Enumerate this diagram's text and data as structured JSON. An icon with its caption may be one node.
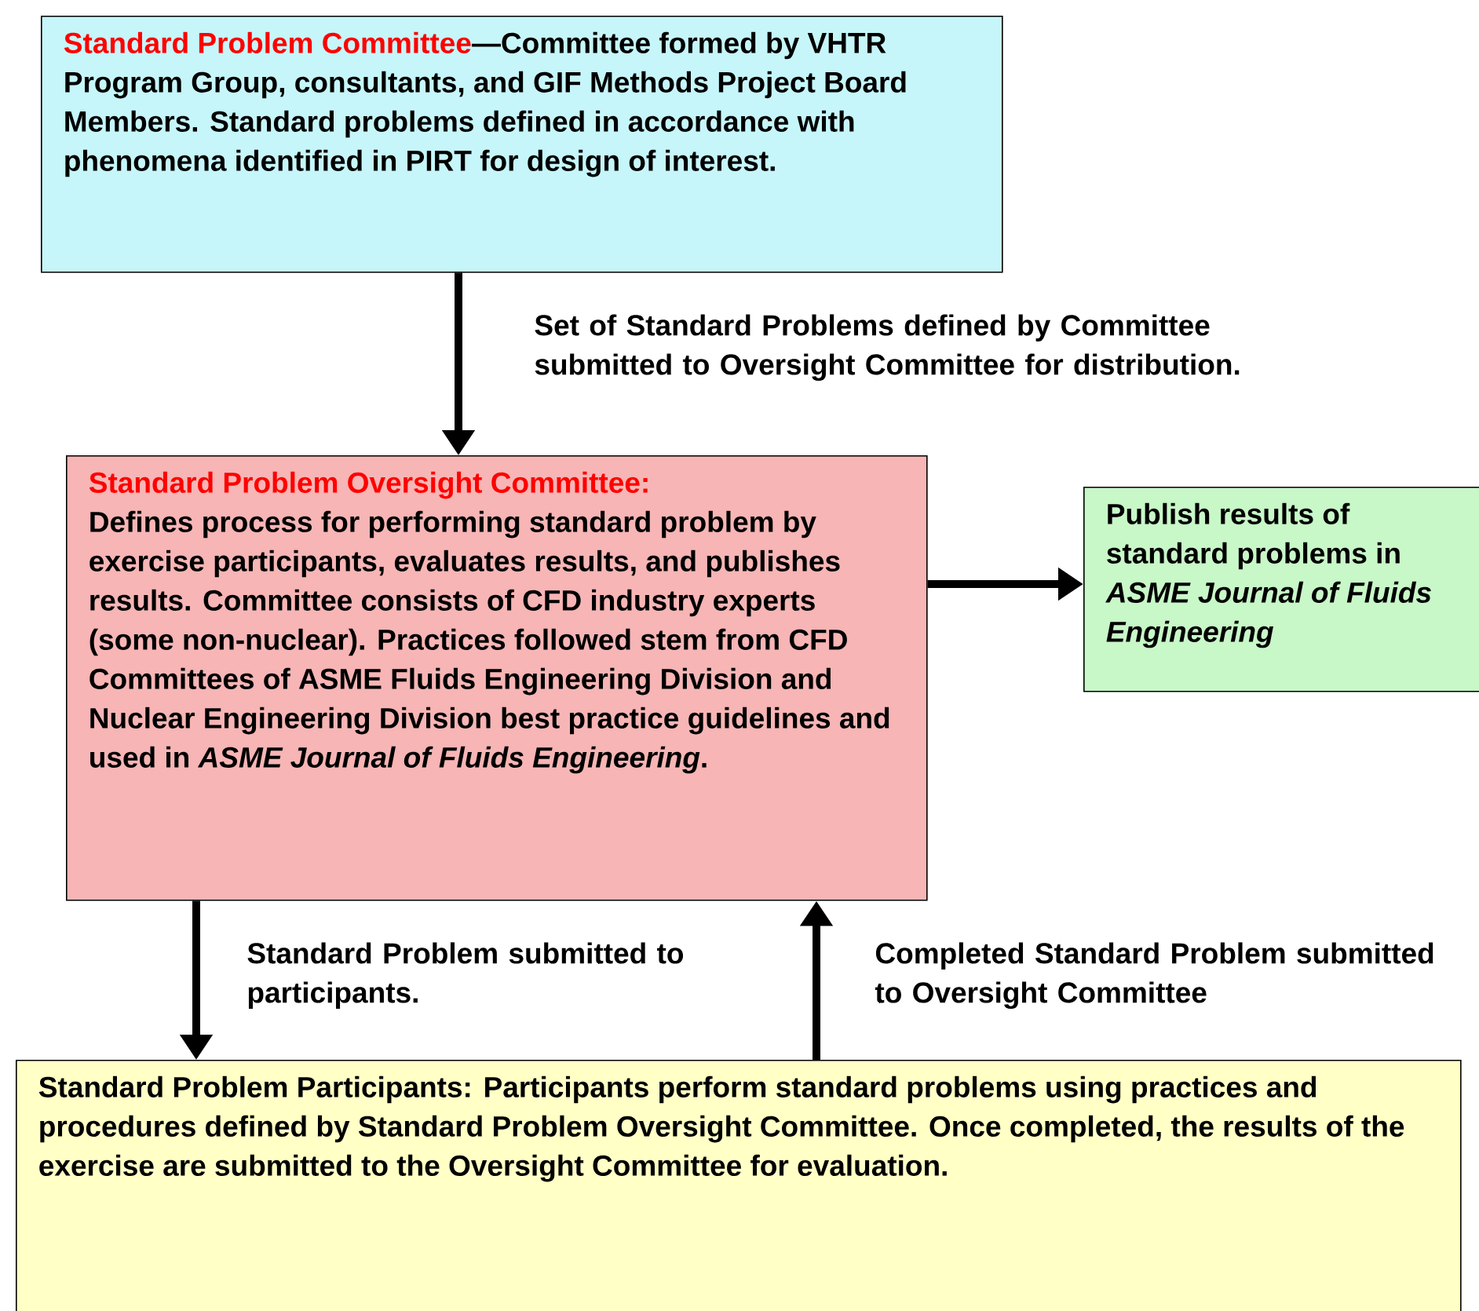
{
  "diagram": {
    "nodes": [
      {
        "text": [
          "Standard Problem Committee",
          "—Committee formed by VHTR Program Group, consultants, and GIF Methods Project Board Members.  Standard problems defined in accordance with phenomena identified in PIRT for design of interest."
        ]
      },
      {
        "text": [
          "Standard Problem Oversight Committee:",
          "Defines process for performing standard problem by exercise participants, evaluates results, and publishes results.  Committee consists of CFD industry experts (some non-nuclear).  Practices followed stem from CFD Committees of ASME Fluids Engineering Division and Nuclear Engineering Division best practice guidelines and used in *ASME Journal of Fluids Engineering*."
        ]
      },
      {
        "text": [
          "Publish results of standard problems in *ASME Journal of Fluids Engineering*"
        ]
      },
      {
        "text": [
          "Standard Problem Participants:  Participants perform standard problems using practices and procedures defined by Standard Problem Oversight Committee.  Once completed, the results of the exercise are submitted to the Oversight Committee for evaluation."
        ]
      }
    ],
    "edges": [
      {
        "from": 0,
        "to": 1,
        "arrow": "to",
        "label": "Set of Standard Problems defined by Committee submitted to Oversight Committee for distribution."
      },
      {
        "from": 1,
        "to": 2,
        "arrow": "to"
      },
      {
        "from": 1,
        "to": 3,
        "arrow": "to",
        "label": "Standard Problem submitted to participants."
      },
      {
        "from": 3,
        "to": 1,
        "arrow": "to",
        "label": "Completed Standard Problem submitted to Oversight Committee"
      }
    ]
  }
}
